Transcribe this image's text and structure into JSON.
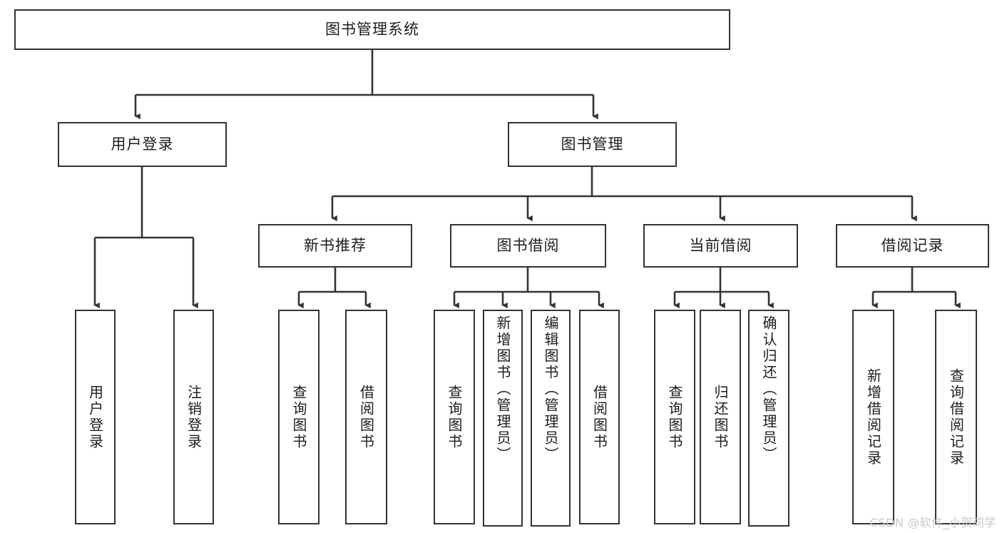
{
  "diagram": {
    "type": "tree-hierarchy",
    "title": "图书管理系统",
    "watermark": "CSDN @软件_小贺同学",
    "colors": {
      "box_border": "#333333",
      "box_fill": "#ffffff",
      "connector": "#333333",
      "text": "#1d1d1d",
      "watermark": "#c9c9c9"
    },
    "nodes": {
      "root": {
        "label": "图书管理系统"
      },
      "level2": [
        {
          "id": "user-login",
          "label": "用户登录"
        },
        {
          "id": "book-manage",
          "label": "图书管理"
        }
      ],
      "level3": [
        {
          "id": "new-book-recommend",
          "label": "新书推荐"
        },
        {
          "id": "book-borrow",
          "label": "图书借阅"
        },
        {
          "id": "current-borrow",
          "label": "当前借阅"
        },
        {
          "id": "borrow-record",
          "label": "借阅记录"
        }
      ],
      "leaves": {
        "user_login": [
          {
            "id": "leaf-user-login",
            "label": "用户登录"
          },
          {
            "id": "leaf-logout",
            "label": "注销登录"
          }
        ],
        "new_book_recommend": [
          {
            "id": "leaf-query-book-1",
            "label": "查询图书"
          },
          {
            "id": "leaf-borrow-book-1",
            "label": "借阅图书"
          }
        ],
        "book_borrow": [
          {
            "id": "leaf-query-book-2",
            "label": "查询图书"
          },
          {
            "id": "leaf-add-book",
            "label": "新增图书（管理员）"
          },
          {
            "id": "leaf-edit-book",
            "label": "编辑图书（管理员）"
          },
          {
            "id": "leaf-borrow-book-2",
            "label": "借阅图书"
          }
        ],
        "current_borrow": [
          {
            "id": "leaf-query-book-3",
            "label": "查询图书"
          },
          {
            "id": "leaf-return-book",
            "label": "归还图书"
          },
          {
            "id": "leaf-confirm-return",
            "label": "确认归还（管理员）"
          }
        ],
        "borrow_record": [
          {
            "id": "leaf-add-record",
            "label": "新增借阅记录"
          },
          {
            "id": "leaf-query-record",
            "label": "查询借阅记录"
          }
        ]
      }
    }
  }
}
